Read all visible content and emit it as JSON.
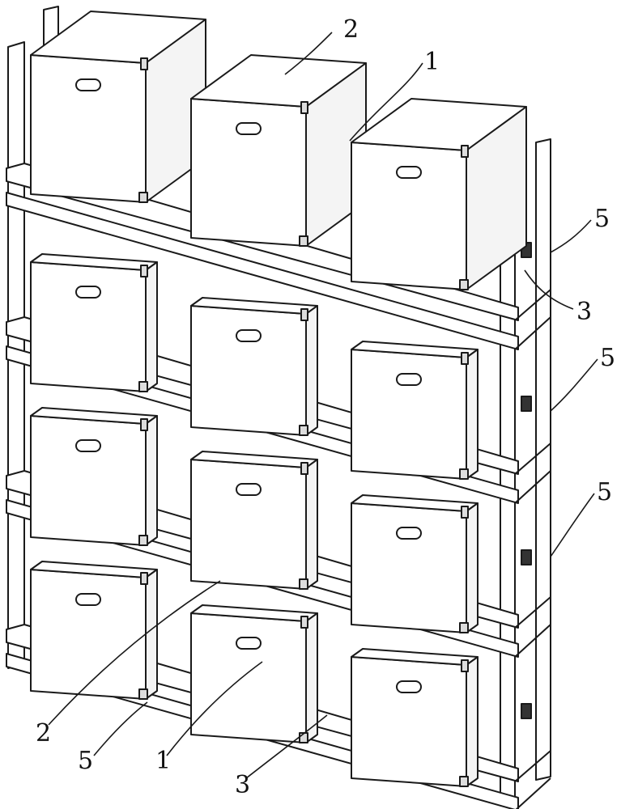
{
  "labels": {
    "top_2": "2",
    "top_1": "1",
    "right_5_upper": "5",
    "right_3": "3",
    "right_5_middle": "5",
    "right_5_lower": "5",
    "bottom_2": "2",
    "bottom_5": "5",
    "bottom_1": "1",
    "bottom_3": "3"
  },
  "rack": {
    "shelf_rows": 4,
    "boxes_per_shelf": 3
  },
  "colors": {
    "line": "#1a1a1a",
    "box_top": "#ffffff",
    "box_front": "#ffffff",
    "box_side": "#f4f4f4",
    "frame": "#ffffff"
  }
}
